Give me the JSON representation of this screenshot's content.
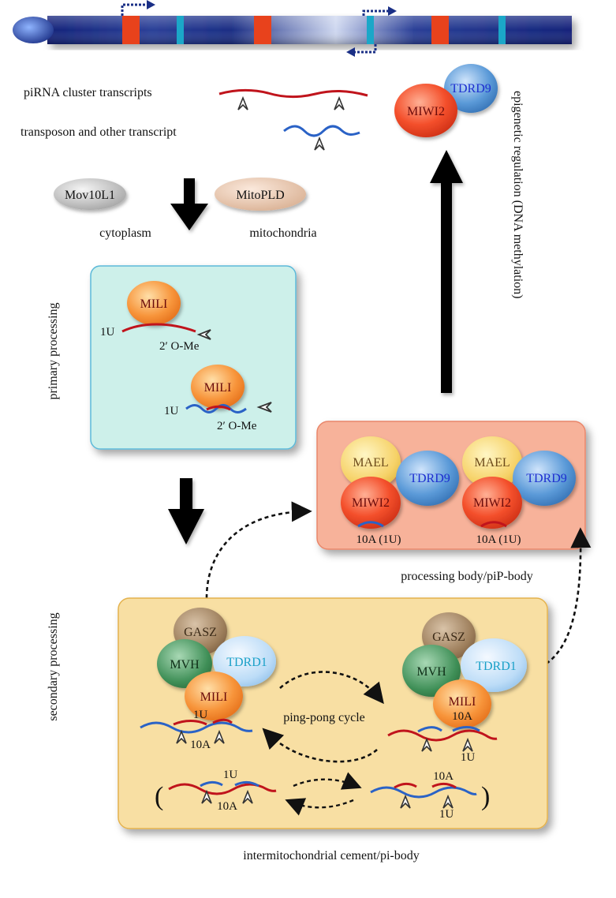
{
  "colors": {
    "chromosome": "#1a2f86",
    "red_segment": "#e8421c",
    "cyan_segment": "#1ba7c8",
    "primary_box": "#cdf0ea",
    "pip_box": "#f7b29a",
    "pi_box": "#f8dfa3",
    "rna_red": "#c0141c",
    "rna_blue": "#2a62c6"
  },
  "labels": {
    "pirna_cluster": "piRNA cluster transcripts",
    "transposon": "transposon and other transcript",
    "mov10l1": "Mov10L1",
    "mitopld": "MitoPLD",
    "cytoplasm": "cytoplasm",
    "mitochondria": "mitochondria",
    "primary_processing": "primary processing",
    "secondary_processing": "secondary processing",
    "epigenetic": "epigenetic regulation (DNA methylation)",
    "pip_body": "processing body/piP-body",
    "pi_body": "intermitochondrial cement/pi-body",
    "ping_pong": "ping-pong cycle"
  },
  "proteins": {
    "miwi2": "MIWI2",
    "tdrd9": "TDRD9",
    "mili": "MILI",
    "mael": "MAEL",
    "gasz": "GASZ",
    "mvh": "MVH",
    "tdrd1": "TDRD1"
  },
  "rna_marks": {
    "one_u": "1U",
    "ten_a": "10A",
    "ten_a_one_u": "10A (1U)",
    "two_ome": "2′ O-Me",
    "paren_open": "(",
    "paren_close": ")"
  }
}
